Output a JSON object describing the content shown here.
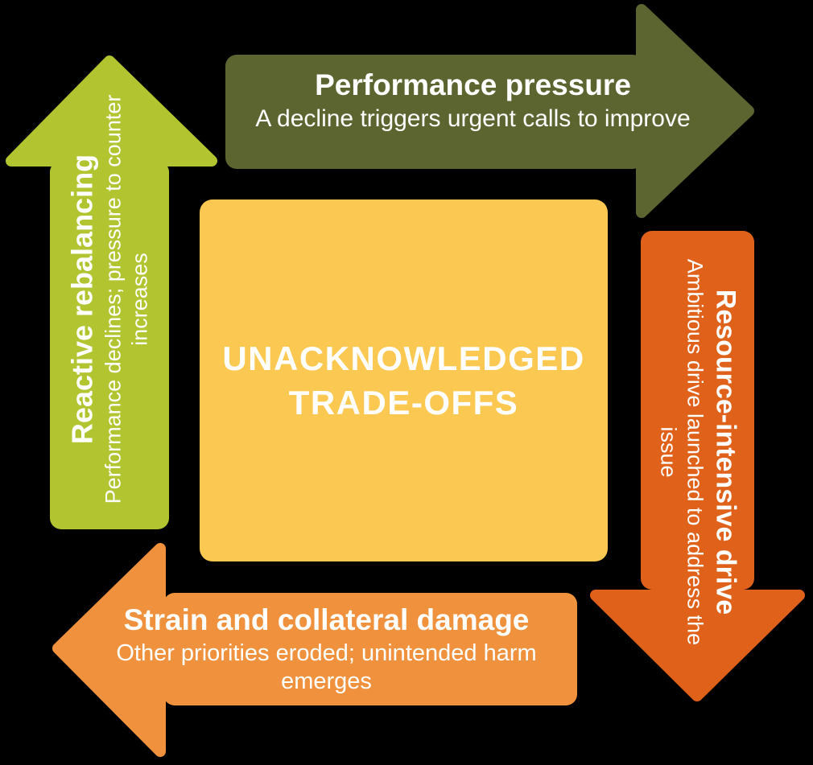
{
  "colors": {
    "background": "#000000",
    "top_arrow": "#5c6430",
    "left_arrow": "#b2c42f",
    "right_arrow": "#e0611a",
    "bottom_arrow": "#f0923d",
    "center_box": "#fbc851",
    "text": "#ffffff"
  },
  "center": {
    "title": "UNACKNOWLEDGED\nTRADE-OFFS"
  },
  "arrows": {
    "top": {
      "direction": "right",
      "title": "Performance pressure",
      "subtitle": "A decline triggers urgent calls to improve"
    },
    "right": {
      "direction": "down",
      "title": "Resource-intensive drive",
      "subtitle": "Ambitious drive launched to address the issue"
    },
    "bottom": {
      "direction": "left",
      "title": "Strain and collateral damage",
      "subtitle": "Other priorities eroded; unintended harm emerges"
    },
    "left": {
      "direction": "up",
      "title": "Reactive rebalancing",
      "subtitle": "Performance declines; pressure to counter increases"
    }
  }
}
